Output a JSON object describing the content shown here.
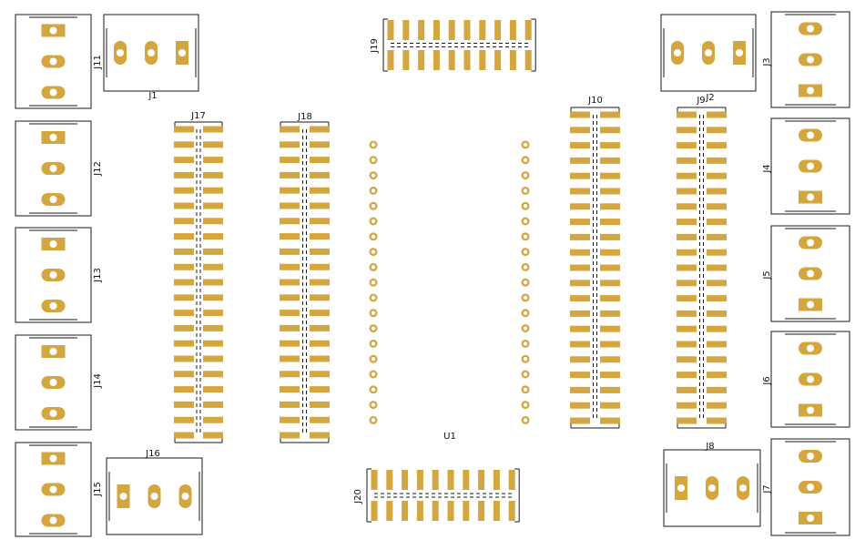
{
  "colors": {
    "pad": "#d4a640",
    "outline": "#1a1a1a",
    "hole": "#ffffff",
    "background": "#ffffff"
  },
  "terminal_blocks": [
    {
      "ref": "J11",
      "pins": 3,
      "orientation": "vertical",
      "square_pin": "top"
    },
    {
      "ref": "J12",
      "pins": 3,
      "orientation": "vertical",
      "square_pin": "top"
    },
    {
      "ref": "J13",
      "pins": 3,
      "orientation": "vertical",
      "square_pin": "top"
    },
    {
      "ref": "J14",
      "pins": 3,
      "orientation": "vertical",
      "square_pin": "top"
    },
    {
      "ref": "J15",
      "pins": 3,
      "orientation": "vertical",
      "square_pin": "top"
    },
    {
      "ref": "J3",
      "pins": 3,
      "orientation": "vertical",
      "square_pin": "bottom"
    },
    {
      "ref": "J4",
      "pins": 3,
      "orientation": "vertical",
      "square_pin": "bottom"
    },
    {
      "ref": "J5",
      "pins": 3,
      "orientation": "vertical",
      "square_pin": "bottom"
    },
    {
      "ref": "J6",
      "pins": 3,
      "orientation": "vertical",
      "square_pin": "bottom"
    },
    {
      "ref": "J7",
      "pins": 3,
      "orientation": "vertical",
      "square_pin": "bottom"
    },
    {
      "ref": "J1",
      "pins": 3,
      "orientation": "horizontal",
      "square_pin": "right"
    },
    {
      "ref": "J2",
      "pins": 3,
      "orientation": "horizontal",
      "square_pin": "right"
    },
    {
      "ref": "J16",
      "pins": 3,
      "orientation": "horizontal",
      "square_pin": "left"
    },
    {
      "ref": "J8",
      "pins": 3,
      "orientation": "horizontal",
      "square_pin": "left"
    }
  ],
  "pin_headers": [
    {
      "ref": "J17",
      "rows": 21,
      "cols": 2,
      "orientation": "vertical"
    },
    {
      "ref": "J18",
      "rows": 21,
      "cols": 2,
      "orientation": "vertical"
    },
    {
      "ref": "J10",
      "rows": 21,
      "cols": 2,
      "orientation": "vertical"
    },
    {
      "ref": "J9",
      "rows": 21,
      "cols": 2,
      "orientation": "vertical"
    },
    {
      "ref": "J19",
      "rows": 10,
      "cols": 2,
      "orientation": "horizontal"
    },
    {
      "ref": "J20",
      "rows": 10,
      "cols": 2,
      "orientation": "horizontal"
    }
  ],
  "module": {
    "ref": "U1",
    "pins_per_side": 19
  }
}
